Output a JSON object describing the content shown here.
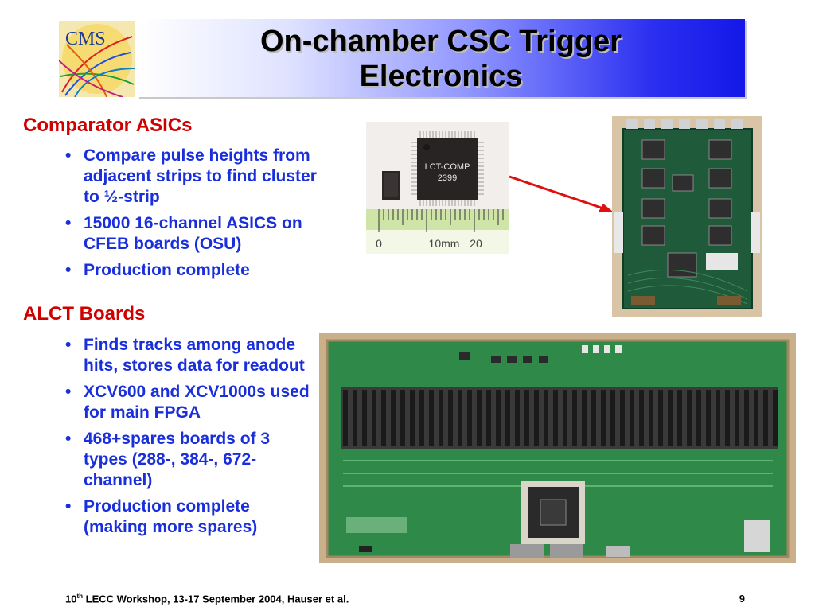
{
  "title": {
    "line1": "On-chamber CSC Trigger",
    "line2": "Electronics"
  },
  "logo": {
    "text": "CMS"
  },
  "sections": [
    {
      "heading": "Comparator ASICs",
      "bullets": [
        "Compare pulse heights from adjacent strips to find cluster to ½-strip",
        "15000 16-channel ASICS on CFEB boards (OSU)",
        "Production complete"
      ]
    },
    {
      "heading": "ALCT Boards",
      "bullets": [
        "Finds tracks among anode hits, stores data for readout",
        "XCV600 and XCV1000s used for main FPGA",
        "468+spares boards of 3 types (288-, 384-, 672-channel)",
        "Production complete (making more spares)"
      ]
    }
  ],
  "chip_photo": {
    "chip_label_1": "LCT-COMP",
    "chip_label_2": "2399",
    "ruler_0": "0",
    "ruler_10": "10mm",
    "ruler_20": "20"
  },
  "footer": {
    "workshop_num": "10",
    "workshop_sup": "th",
    "text": " LECC Workshop, 13-17 September 2004, Hauser et al.",
    "page": "9"
  },
  "colors": {
    "heading": "#d00000",
    "bullet_text": "#1a2fdc",
    "arrow": "#e01010"
  }
}
